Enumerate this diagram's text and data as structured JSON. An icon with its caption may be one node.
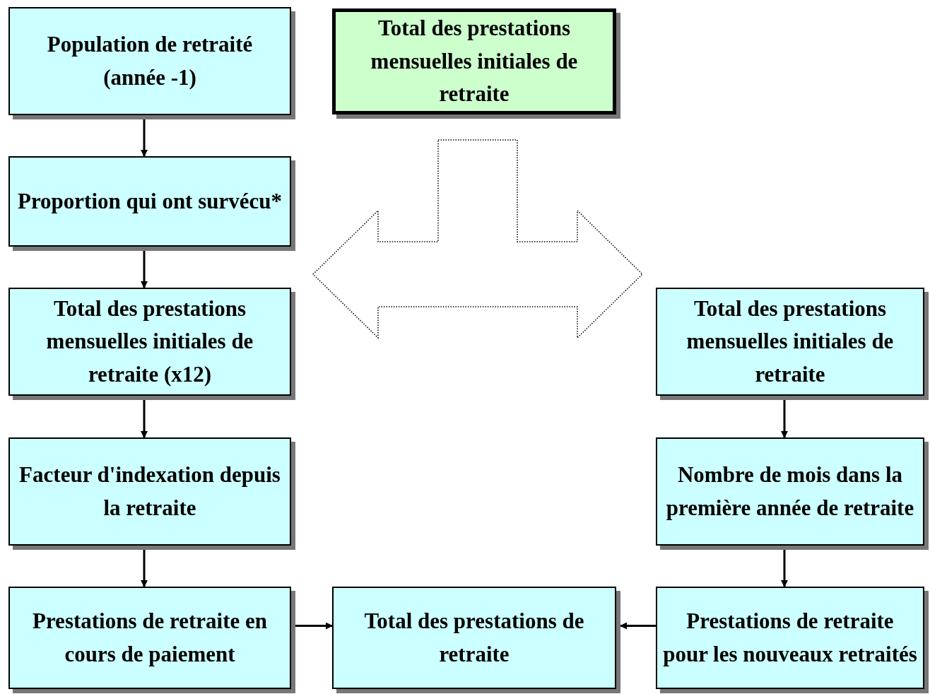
{
  "diagram": {
    "nodes": [
      {
        "text": [
          "Population de retraité (année -1)"
        ]
      },
      {
        "text": [
          "Proportion qui ont survécu*"
        ]
      },
      {
        "text": [
          "Total des prestations mensuelles initiales de retraite (x12)"
        ]
      },
      {
        "text": [
          "Facteur d'indexation depuis la retraite"
        ]
      },
      {
        "text": [
          "Prestations de retraite en cours de paiement"
        ]
      },
      {
        "text": [
          "Total des prestations mensuelles initiales de retraite"
        ]
      },
      {
        "text": [
          "Total des prestations mensuelles initiales de retraite"
        ]
      },
      {
        "text": [
          "Nombre de mois dans la première année de retraite"
        ]
      },
      {
        "text": [
          "Prestations de retraite pour les nouveaux retraités"
        ]
      },
      {
        "text": [
          "Total des prestations de retraite"
        ]
      },
      {
        "text": [],
        "shape": "arrow"
      }
    ],
    "edges": [
      {
        "from": 0,
        "to": 1,
        "arrow": "to"
      },
      {
        "from": 1,
        "to": 2,
        "arrow": "to"
      },
      {
        "from": 2,
        "to": 3,
        "arrow": "to"
      },
      {
        "from": 3,
        "to": 4,
        "arrow": "to"
      },
      {
        "from": 4,
        "to": 9,
        "arrow": "to"
      },
      {
        "from": 6,
        "to": 7,
        "arrow": "to"
      },
      {
        "from": 7,
        "to": 8,
        "arrow": "to"
      },
      {
        "from": 8,
        "to": 9,
        "arrow": "to"
      }
    ]
  }
}
